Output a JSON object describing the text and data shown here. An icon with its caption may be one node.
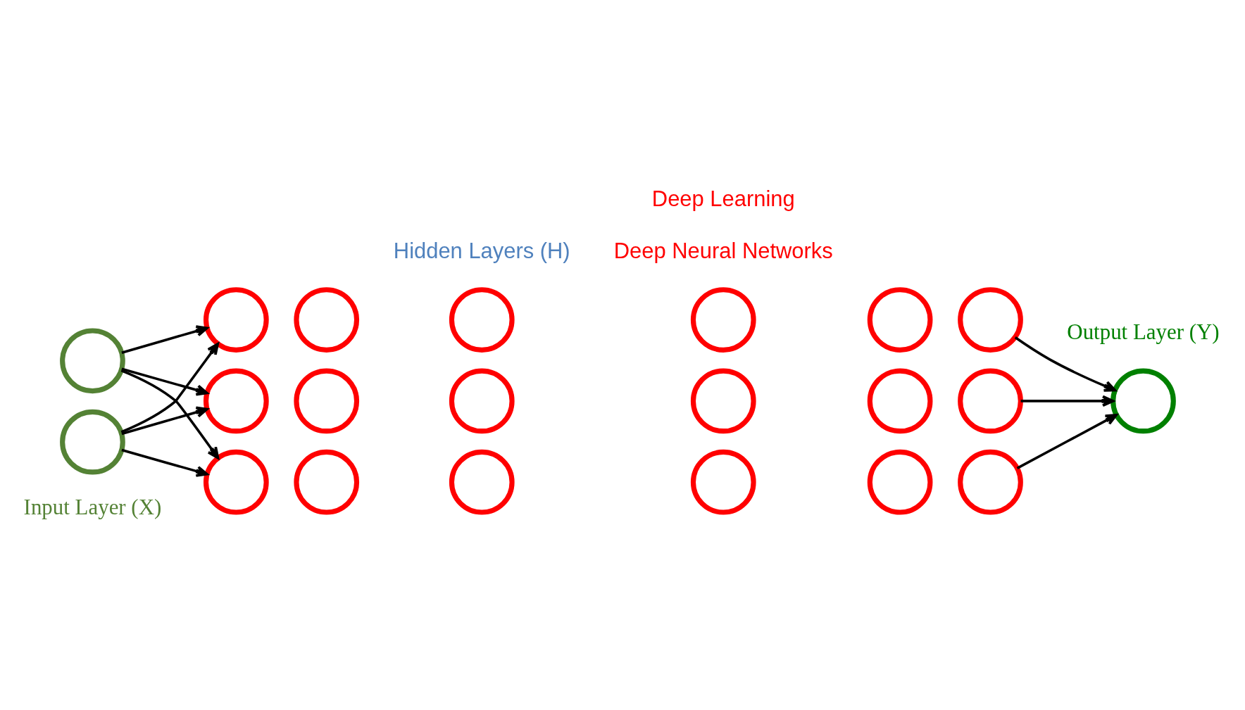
{
  "diagram": {
    "nodes": [
      {
        "text": [],
        "shape": "circle"
      },
      {
        "text": [],
        "shape": "circle"
      },
      {
        "text": [],
        "shape": "circle"
      },
      {
        "text": [],
        "shape": "circle"
      },
      {
        "text": [],
        "shape": "circle"
      },
      {
        "text": [],
        "shape": "circle"
      },
      {
        "text": [],
        "shape": "circle"
      },
      {
        "text": [],
        "shape": "circle"
      },
      {
        "text": [],
        "shape": "circle"
      },
      {
        "text": [],
        "shape": "circle"
      },
      {
        "text": [],
        "shape": "circle"
      },
      {
        "text": [],
        "shape": "circle"
      },
      {
        "text": [],
        "shape": "circle"
      },
      {
        "text": [],
        "shape": "circle"
      },
      {
        "text": [],
        "shape": "circle"
      },
      {
        "text": [],
        "shape": "circle"
      },
      {
        "text": [],
        "shape": "circle"
      },
      {
        "text": [],
        "shape": "circle"
      },
      {
        "text": [],
        "shape": "circle"
      },
      {
        "text": [],
        "shape": "circle"
      },
      {
        "text": [],
        "shape": "circle"
      }
    ],
    "edges": [
      {
        "from": 0,
        "to": 2,
        "arrow": "to"
      },
      {
        "from": 0,
        "to": 3,
        "arrow": "to"
      },
      {
        "from": 0,
        "to": 4,
        "arrow": "to"
      },
      {
        "from": 1,
        "to": 2,
        "arrow": "to"
      },
      {
        "from": 1,
        "to": 3,
        "arrow": "to"
      },
      {
        "from": 1,
        "to": 4,
        "arrow": "to"
      },
      {
        "from": 17,
        "to": 20,
        "arrow": "to"
      },
      {
        "from": 18,
        "to": 20,
        "arrow": "to"
      },
      {
        "from": 19,
        "to": 20,
        "arrow": "to"
      }
    ],
    "labels": [
      "Input Layer (X)",
      "Hidden Layers (H)",
      "Output Layer (Y)",
      "Deep Neural Networks",
      "Deep Learning"
    ]
  }
}
